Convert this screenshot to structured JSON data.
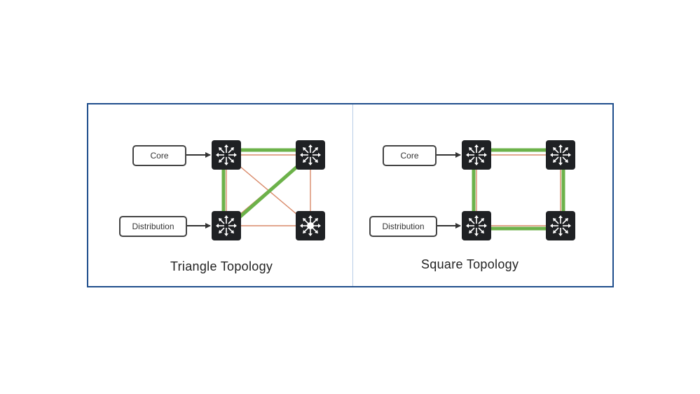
{
  "colors": {
    "frame": "#1f4e8c",
    "switch_body": "#1f2124",
    "switch_arrow": "#ffffff",
    "physical_link": "#d98a6a",
    "logical_path": "#6cb24a",
    "connector": "#333333"
  },
  "icons": {
    "switch": "layer3-switch-icon",
    "arrow": "arrow-right-icon"
  },
  "diagrams": {
    "triangle": {
      "title": "Triangle Topology",
      "core_label": "Core",
      "distribution_label": "Distribution"
    },
    "square": {
      "title": "Square Topology",
      "core_label": "Core",
      "distribution_label": "Distribution"
    }
  }
}
